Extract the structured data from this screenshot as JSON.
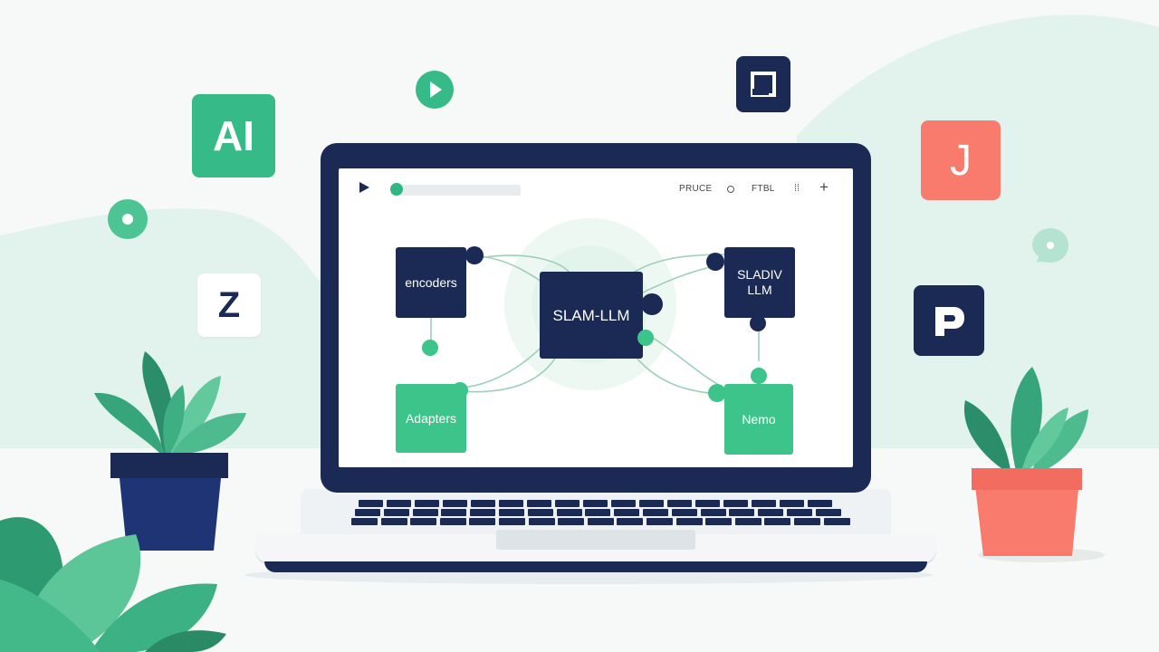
{
  "colors": {
    "navy": "#1b2a55",
    "green": "#3cc48b",
    "coral": "#f87b6e",
    "mint_blob": "#e1f3ec",
    "connector": "#9ecfb8"
  },
  "toolbar": {
    "play_icon": "play-icon",
    "progress": 0.04,
    "label_left": "PRUCE",
    "label_right": "FTBL",
    "circle_icon": "circle-icon",
    "grid_icon": "grid-icon",
    "plus_icon": "plus-icon"
  },
  "diagram": {
    "encoders": "encoders",
    "adapters": "Adapters",
    "center": "SLAM-LLM",
    "slam_llm_right_line1": "SLADIV",
    "slam_llm_right_line2": "LLM",
    "nemo": "Nemo"
  },
  "tiles": {
    "ai": "AI",
    "z": "Z",
    "j": "J",
    "p_icon": "p-logo-icon",
    "square_icon": "square-frame-icon"
  },
  "floating_icons": [
    "play-icon",
    "circle-dot-icon",
    "chat-bubble-icon"
  ]
}
